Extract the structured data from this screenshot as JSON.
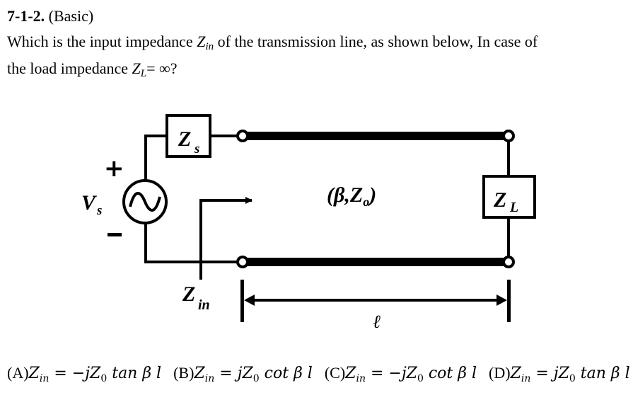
{
  "question": {
    "number": "7-1-2.",
    "level": "(Basic)",
    "text_part1": "Which is the input impedance ",
    "zin_symbol": "Z",
    "zin_sub": "in",
    "text_part2": " of the transmission line, as shown below, In case of",
    "text_part3": "the load impedance ",
    "zl_symbol": "Z",
    "zl_sub": "L",
    "text_part4": "= ∞?"
  },
  "diagram": {
    "source_label": "V",
    "source_sub": "s",
    "plus_sign": "+",
    "minus_sign": "−",
    "source_impedance": "Z",
    "source_impedance_sub": "s",
    "line_params": "(β,Z",
    "line_params_sub": "o",
    "line_params_close": ")",
    "load_impedance": "Z",
    "load_impedance_sub": "L",
    "input_impedance": "Z",
    "input_impedance_sub": "in",
    "length_label": "ℓ"
  },
  "options": [
    {
      "label": "(A)",
      "lhs": "Z",
      "lhs_sub": "in",
      "rhs_pre": " = −jZ",
      "rhs_sub": "0",
      "rhs_post": " tan β l"
    },
    {
      "label": "(B)",
      "lhs": "Z",
      "lhs_sub": "in",
      "rhs_pre": " = jZ",
      "rhs_sub": "0",
      "rhs_post": " cot β l"
    },
    {
      "label": "(C)",
      "lhs": "Z",
      "lhs_sub": "in",
      "rhs_pre": " = −jZ",
      "rhs_sub": "0",
      "rhs_post": " cot β l"
    },
    {
      "label": "(D)",
      "lhs": "Z",
      "lhs_sub": "in",
      "rhs_pre": " = jZ",
      "rhs_sub": "0",
      "rhs_post": " tan β l"
    }
  ]
}
